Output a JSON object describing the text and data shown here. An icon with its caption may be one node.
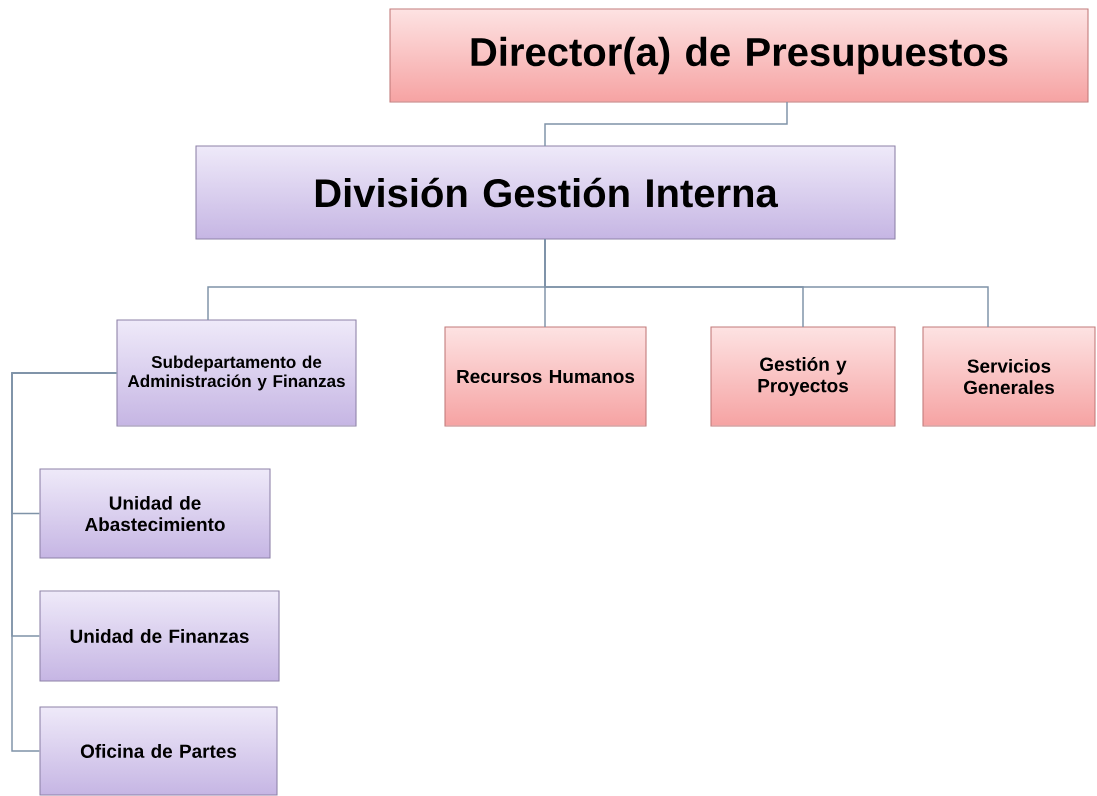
{
  "diagram": {
    "nodes": [
      {
        "text": [
          "Director(a) de Presupuestos"
        ]
      },
      {
        "text": [
          "División Gestión Interna"
        ]
      },
      {
        "text": [
          "Subdepartamento de Administración y Finanzas"
        ]
      },
      {
        "text": [
          "Recursos Humanos"
        ]
      },
      {
        "text": [
          "Gestión y Proyectos"
        ]
      },
      {
        "text": [
          "Servicios Generales"
        ]
      },
      {
        "text": [
          "Unidad de Abastecimiento"
        ]
      },
      {
        "text": [
          "Unidad de Finanzas"
        ]
      },
      {
        "text": [
          "Oficina de Partes"
        ]
      }
    ],
    "edges": [
      {
        "from": 0,
        "to": 1,
        "arrow": "none"
      },
      {
        "from": 1,
        "to": 2,
        "arrow": "none"
      },
      {
        "from": 1,
        "to": 3,
        "arrow": "none"
      },
      {
        "from": 1,
        "to": 4,
        "arrow": "none"
      },
      {
        "from": 1,
        "to": 5,
        "arrow": "none"
      },
      {
        "from": 2,
        "to": 6,
        "arrow": "none"
      },
      {
        "from": 2,
        "to": 7,
        "arrow": "none"
      },
      {
        "from": 2,
        "to": 8,
        "arrow": "none"
      }
    ]
  }
}
